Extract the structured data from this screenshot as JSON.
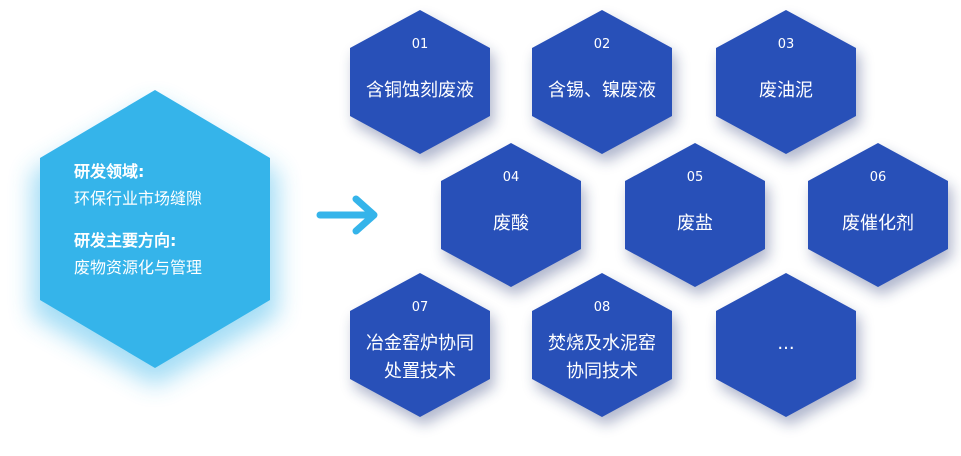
{
  "main": {
    "heading1": "研发领域:",
    "text1": "环保行业市场缝隙",
    "heading2": "研发主要方向:",
    "text2": "废物资源化与管理"
  },
  "items": [
    {
      "num": "01",
      "lines": [
        "含铜蚀刻废液"
      ]
    },
    {
      "num": "02",
      "lines": [
        "含锡、镍废液"
      ]
    },
    {
      "num": "03",
      "lines": [
        "废油泥"
      ]
    },
    {
      "num": "04",
      "lines": [
        "废酸"
      ]
    },
    {
      "num": "05",
      "lines": [
        "废盐"
      ]
    },
    {
      "num": "06",
      "lines": [
        "废催化剂"
      ]
    },
    {
      "num": "07",
      "lines": [
        "冶金窑炉协同",
        "处置技术"
      ]
    },
    {
      "num": "08",
      "lines": [
        "焚烧及水泥窑",
        "协同技术"
      ]
    },
    {
      "num": "",
      "lines": [
        "..."
      ]
    }
  ],
  "colors": {
    "main_hex": "#35b4ea",
    "item_hex": "#2850b8",
    "arrow": "#35b4ea",
    "text": "#ffffff"
  }
}
